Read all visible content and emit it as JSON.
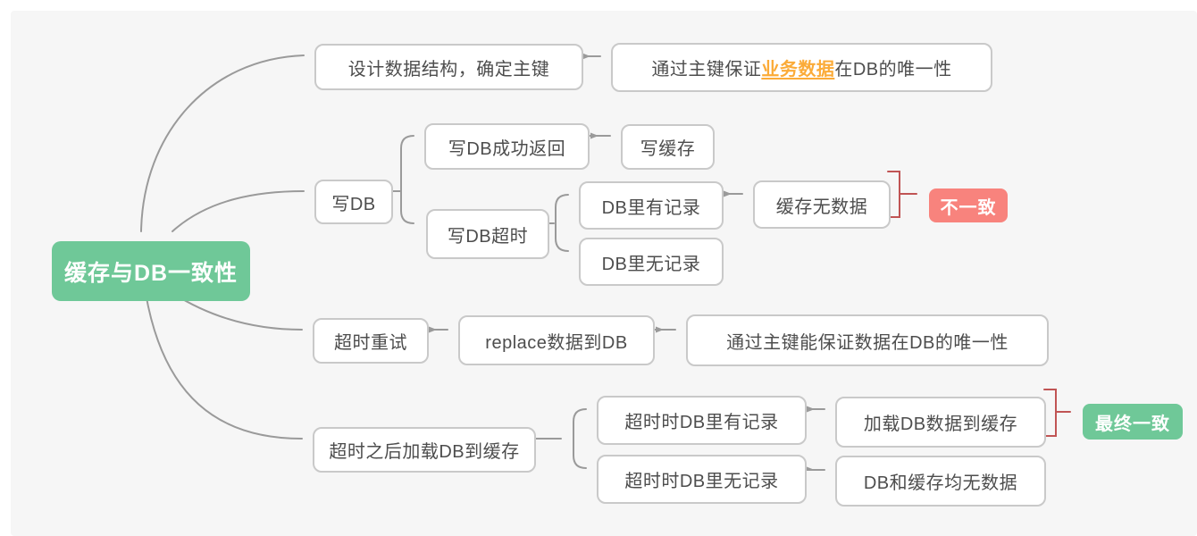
{
  "palette": {
    "canvas_background": "#f6f6f6",
    "page_background": "#ffffff",
    "root_green": "#6fc898",
    "tag_red": "#f8837d",
    "tag_green": "#6fc898",
    "highlight_orange": "#fbab38",
    "node_border": "#c9c9c9",
    "node_text": "#4d4d4d",
    "connector_gray": "#9a9a9a",
    "summary_bracket_red": "#c05454"
  },
  "root": {
    "label": "缓存与DB一致性"
  },
  "nodes": {
    "design": {
      "label": "设计数据结构，确定主键"
    },
    "design_child": {
      "prefix": "通过主键保证",
      "highlight": "业务数据",
      "suffix": "在DB的唯一性"
    },
    "write_db": {
      "label": "写DB"
    },
    "write_ok": {
      "label": "写DB成功返回"
    },
    "write_cache": {
      "label": "写缓存"
    },
    "write_timeout": {
      "label": "写DB超时"
    },
    "db_has_record": {
      "label": "DB里有记录"
    },
    "db_no_record": {
      "label": "DB里无记录"
    },
    "cache_no_data": {
      "label": "缓存无数据"
    },
    "inconsistent_tag": {
      "label": "不一致"
    },
    "retry": {
      "label": "超时重试"
    },
    "replace": {
      "label": "replace数据到DB"
    },
    "replace_child": {
      "label": "通过主键能保证数据在DB的唯一性"
    },
    "load_after": {
      "label": "超时之后加载DB到缓存"
    },
    "timeout_has": {
      "label": "超时时DB里有记录"
    },
    "timeout_no": {
      "label": "超时时DB里无记录"
    },
    "load_to_cache": {
      "label": "加载DB数据到缓存"
    },
    "both_no_data": {
      "label": "DB和缓存均无数据"
    },
    "eventual_tag": {
      "label": "最终一致"
    }
  }
}
